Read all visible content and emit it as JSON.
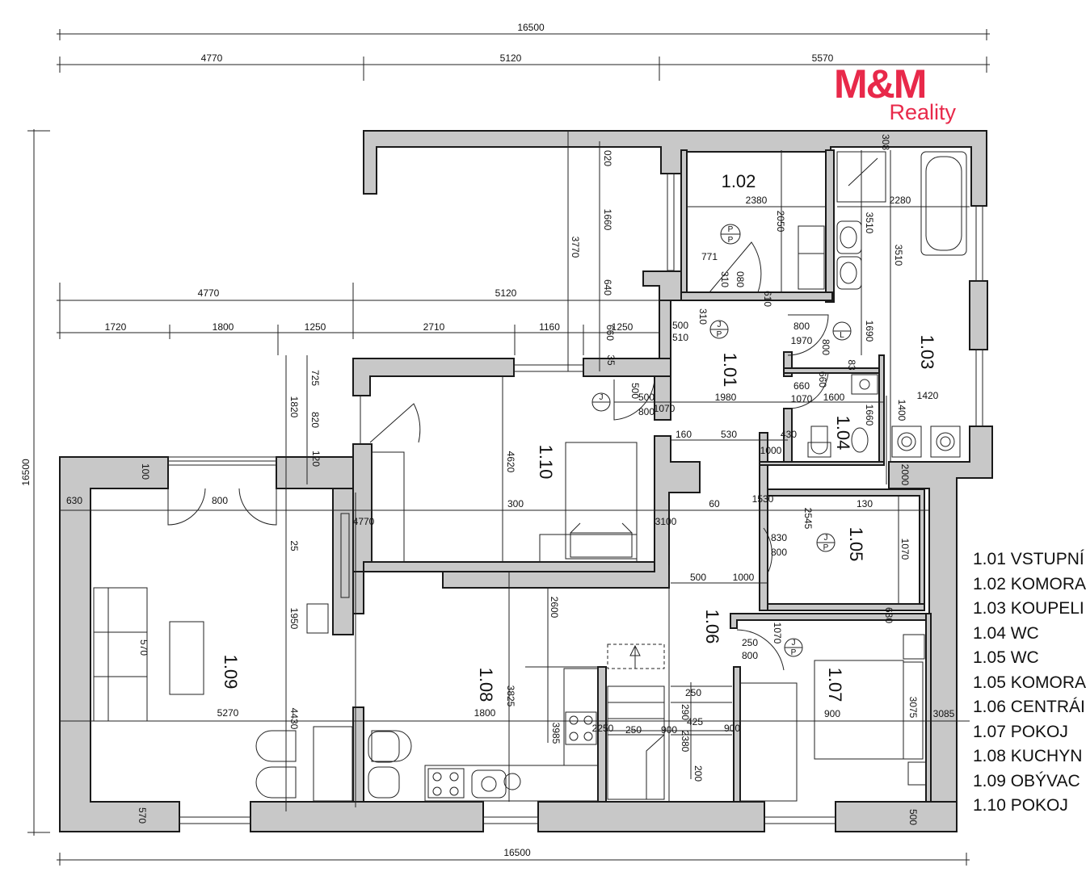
{
  "logo": {
    "brand": "M&M",
    "sub": "Reality",
    "color": "#e8294a"
  },
  "dimensions": {
    "overall_top": "16500",
    "overall_bottom": "16500",
    "overall_left": "16500",
    "top_segments": [
      "4770",
      "5120",
      "5570"
    ],
    "mid_segments": [
      "4770",
      "5120"
    ],
    "mid_sub_segments": [
      "1720",
      "1800",
      "1250",
      "2710",
      "1160",
      "660",
      "1250"
    ],
    "labels": [
      "020",
      "1660",
      "3770",
      "640",
      "35",
      "2380",
      "2050",
      "771",
      "310",
      "080",
      "310",
      "610",
      "500",
      "510",
      "800",
      "1970",
      "800",
      "1690",
      "3510",
      "3510",
      "2280",
      "308",
      "660",
      "1070",
      "660",
      "1600",
      "83",
      "1660",
      "1400",
      "1420",
      "500",
      "1980",
      "500",
      "800",
      "1070",
      "160",
      "530",
      "1000",
      "430",
      "120",
      "725",
      "1820",
      "820",
      "100",
      "630",
      "800",
      "4770",
      "300",
      "4620",
      "3100",
      "60",
      "1530",
      "130",
      "2545",
      "830",
      "800",
      "1070",
      "2000",
      "500",
      "1000",
      "630",
      "25",
      "1950",
      "570",
      "5270",
      "4430",
      "2600",
      "1800",
      "3825",
      "3985",
      "2250",
      "250",
      "900",
      "250",
      "290",
      "425",
      "2380",
      "200",
      "900",
      "250",
      "800",
      "1070",
      "900",
      "3075",
      "3085",
      "570",
      "500",
      "500"
    ]
  },
  "rooms": [
    {
      "id": "1.01"
    },
    {
      "id": "1.02"
    },
    {
      "id": "1.03"
    },
    {
      "id": "1.04"
    },
    {
      "id": "1.05"
    },
    {
      "id": "1.06"
    },
    {
      "id": "1.07"
    },
    {
      "id": "1.08"
    },
    {
      "id": "1.09"
    },
    {
      "id": "1.10"
    }
  ],
  "legend": [
    "1.01 VSTUPNÍ",
    "1.02 KOMORA",
    "1.03 KOUPELI",
    "1.04 WC",
    "1.05 WC",
    "1.05 KOMORA",
    "1.06 CENTRÁI",
    "1.07 POKOJ",
    "1.08 KUCHYN",
    "1.09 OBÝVAC",
    "1.10 POKOJ"
  ],
  "symbols": {
    "pp": [
      "P",
      "P"
    ],
    "jp": [
      "J",
      "P"
    ],
    "l": "L"
  },
  "colors": {
    "wall_fill": "#c8c8c8",
    "line": "#222222"
  }
}
